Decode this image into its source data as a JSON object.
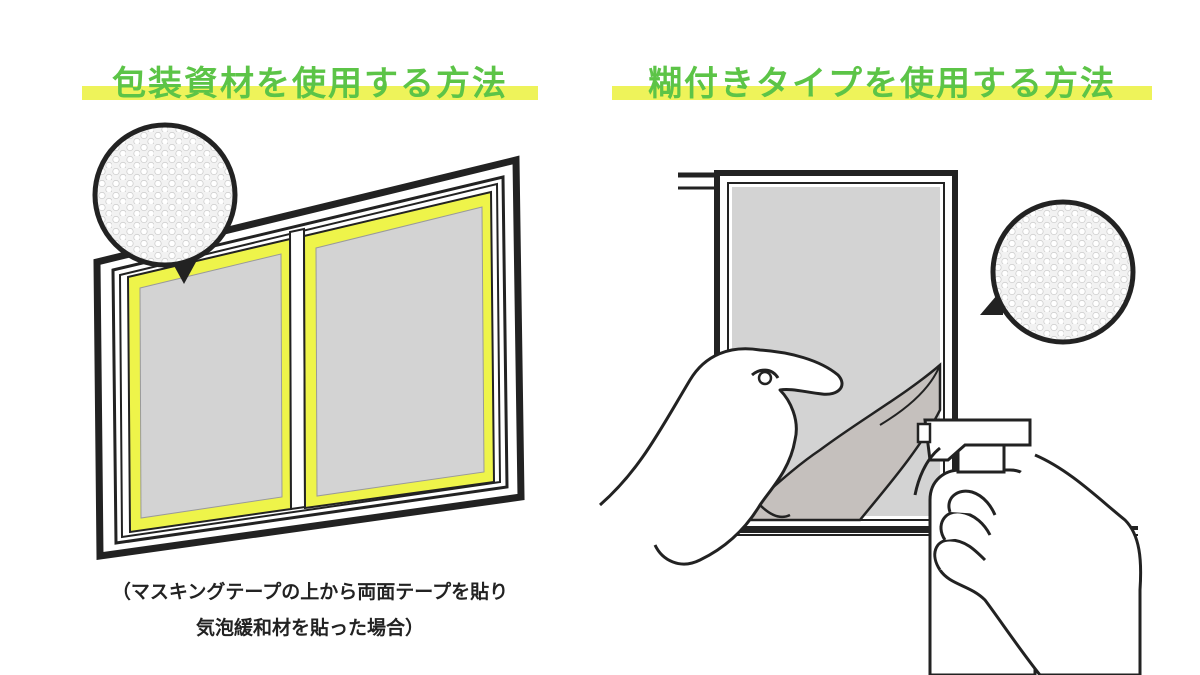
{
  "colors": {
    "heading_text": "#5cc447",
    "highlight": "#eef35a",
    "tape": "#eef44a",
    "glass": "#d3d3d3",
    "film": "#c5c0bd",
    "frame": "#222222"
  },
  "left": {
    "heading": "包装資材を使用する方法",
    "caption_line1": "（マスキングテープの上から両面テープを貼り",
    "caption_line2": "気泡緩和材を貼った場合）"
  },
  "right": {
    "heading": "糊付きタイプを使用する方法"
  },
  "icons": [
    "bubble-wrap-zoom-icon",
    "hand-peeling-icon",
    "spray-bottle-icon"
  ]
}
